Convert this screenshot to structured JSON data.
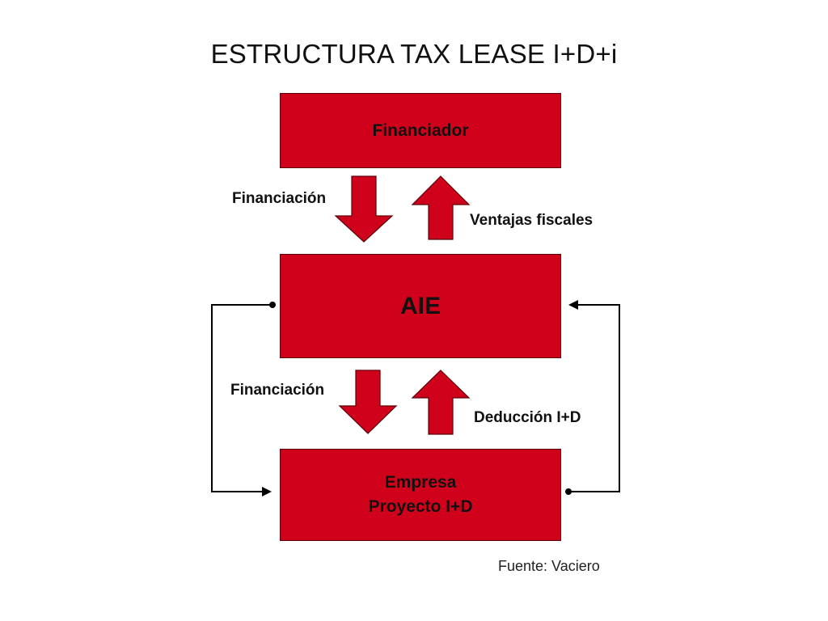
{
  "title": "ESTRUCTURA TAX LEASE I+D+i",
  "nodes": {
    "financiador": "Financiador",
    "aie": "AIE",
    "empresa_line1": "Empresa",
    "empresa_line2": "Proyecto I+D"
  },
  "edges": {
    "top_down": "Financiación",
    "top_up": "Ventajas fiscales",
    "bottom_down": "Financiación",
    "bottom_up": "Deducción I+D"
  },
  "source": "Fuente: Vaciero",
  "colors": {
    "box_fill": "#d0021b",
    "box_border": "#5a0008",
    "connector": "#000000"
  }
}
